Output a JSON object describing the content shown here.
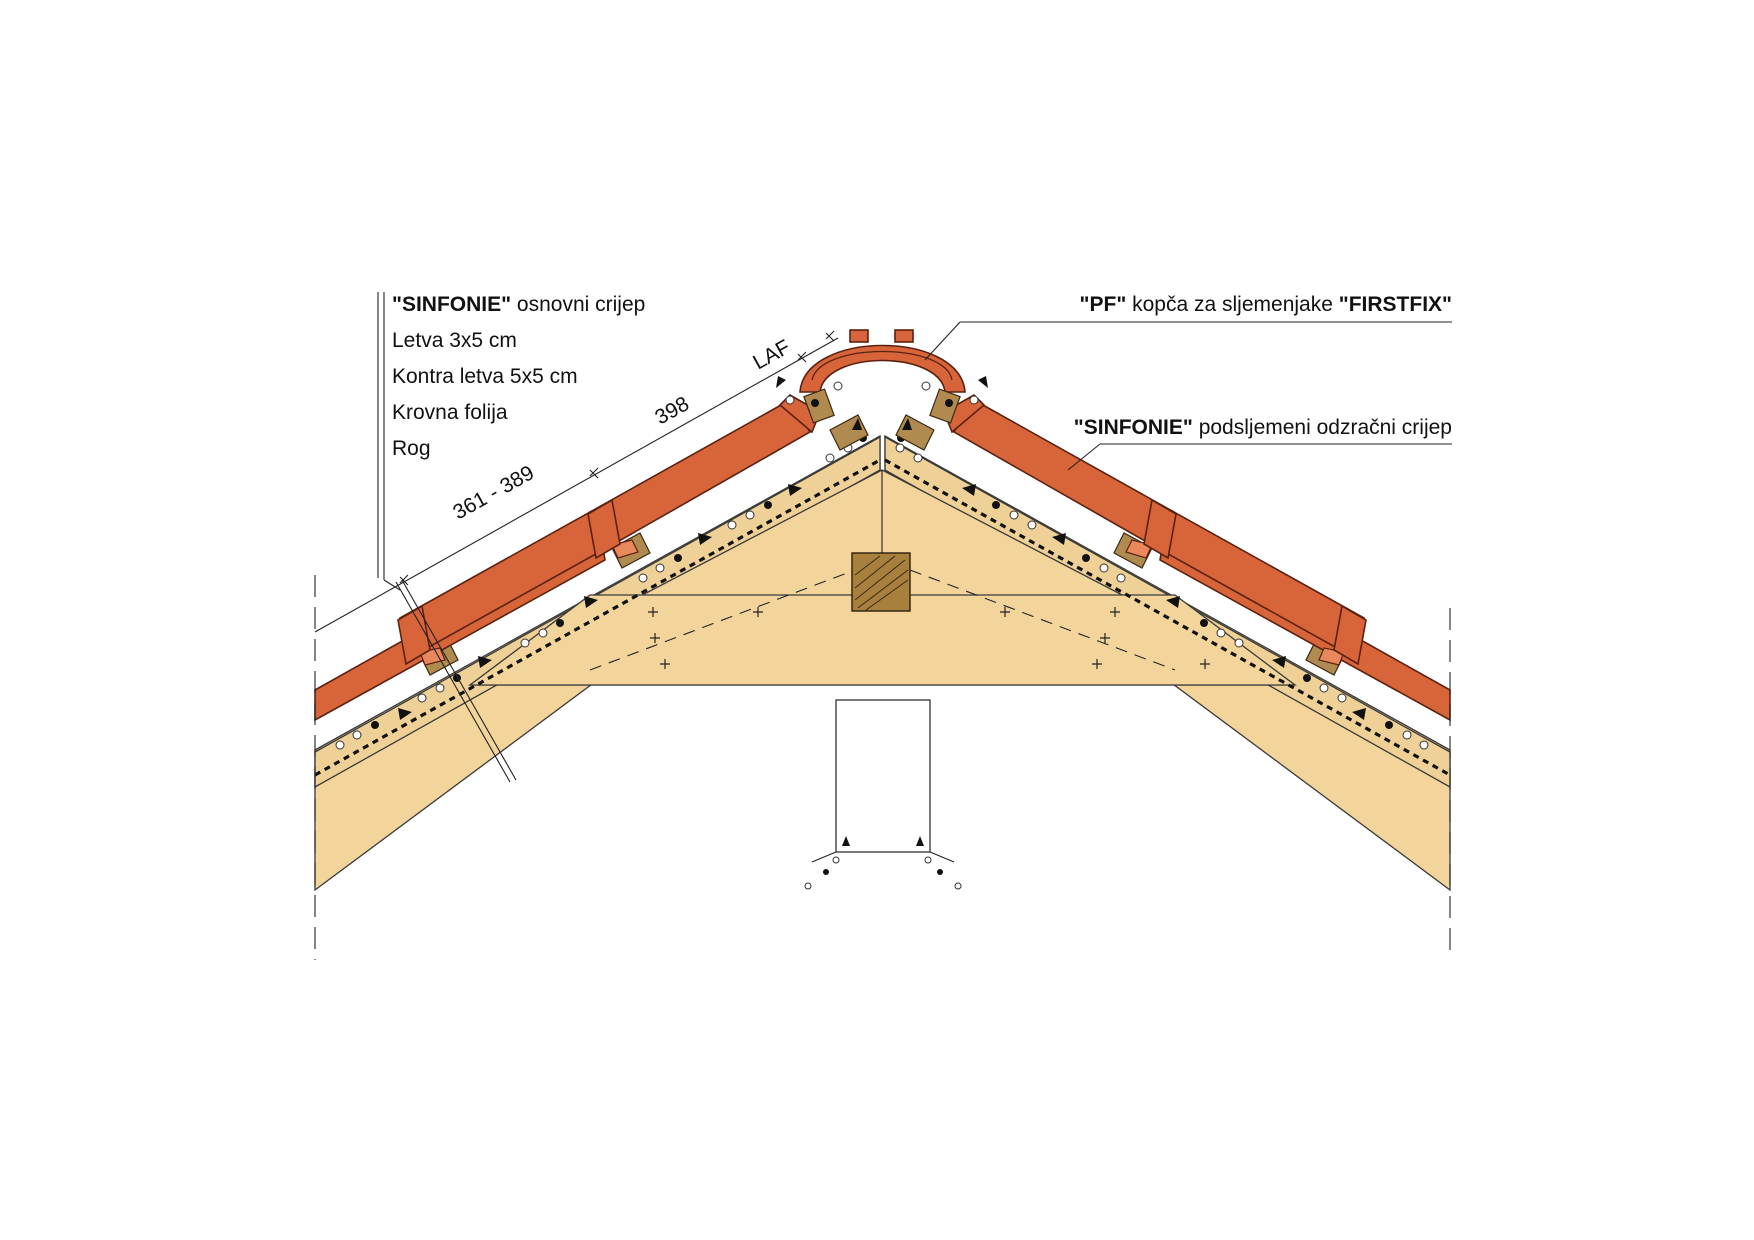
{
  "labels_left": [
    {
      "bold": "\"SINFONIE\"",
      "rest": " osnovni crijep"
    },
    {
      "bold": "",
      "rest": "Letva 3x5 cm"
    },
    {
      "bold": "",
      "rest": "Kontra letva 5x5 cm"
    },
    {
      "bold": "",
      "rest": "Krovna folija"
    },
    {
      "bold": "",
      "rest": "Rog"
    }
  ],
  "label_pf": {
    "bold1": "\"PF\"",
    "mid": " kopča za sljemenjake ",
    "bold2": "\"FIRSTFIX\""
  },
  "label_ridge": {
    "bold": "\"SINFONIE\"",
    "rest": " podsljemeni odzračni crijep"
  },
  "dimensions": {
    "laf": "LAF",
    "d1": "398",
    "d2": "361 - 389"
  },
  "colors": {
    "tile": "#d8643a",
    "wood": "#f3d59c",
    "beam": "#a8803e"
  }
}
